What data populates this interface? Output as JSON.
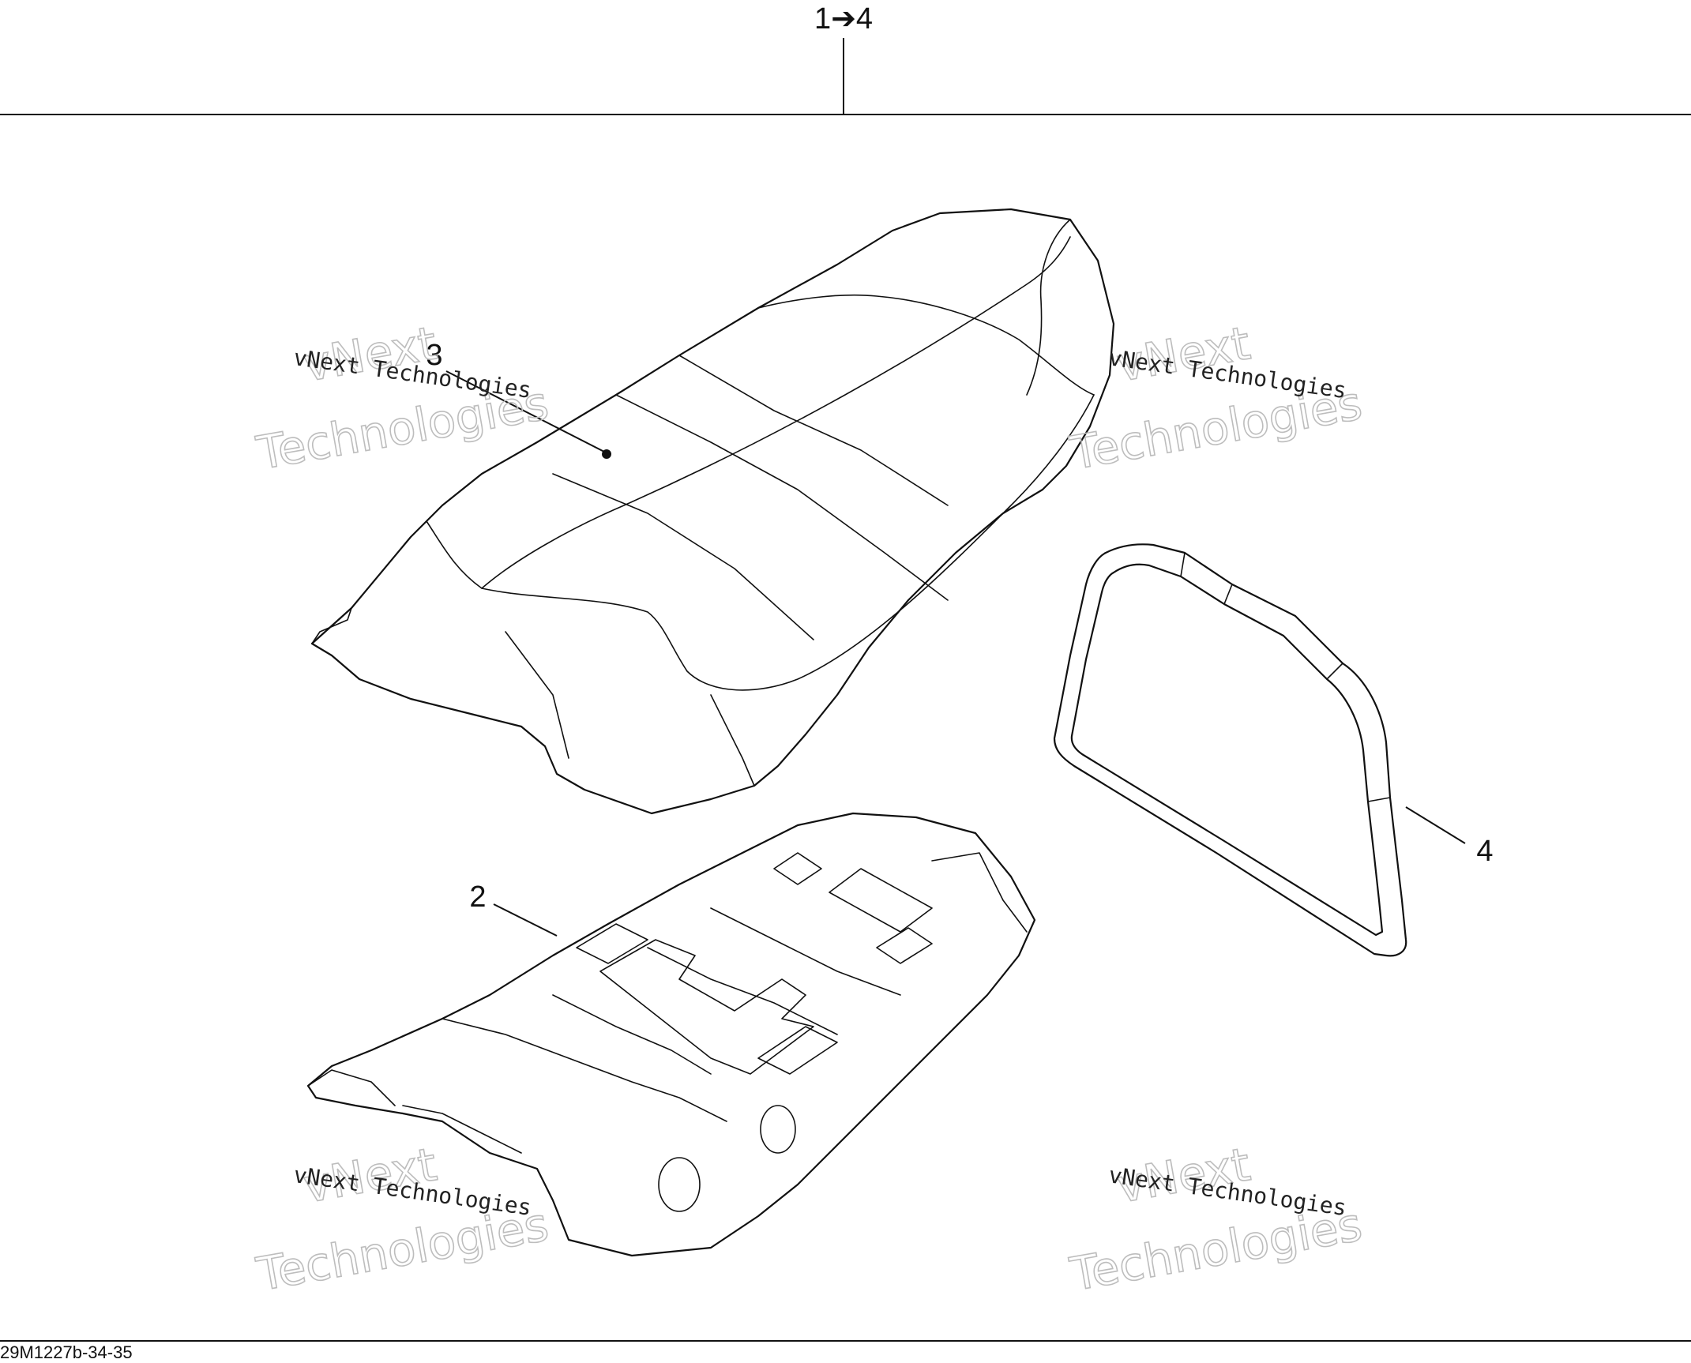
{
  "header": {
    "range_label": "1➔4"
  },
  "callouts": [
    {
      "id": "2",
      "label": "2"
    },
    {
      "id": "3",
      "label": "3"
    },
    {
      "id": "4",
      "label": "4"
    }
  ],
  "watermark": {
    "line_small": "vNext Technologies",
    "line_big_top": "vNext",
    "line_big_bottom": "Technologies"
  },
  "footer": {
    "drawing_code": "29M1227b-34-35"
  }
}
